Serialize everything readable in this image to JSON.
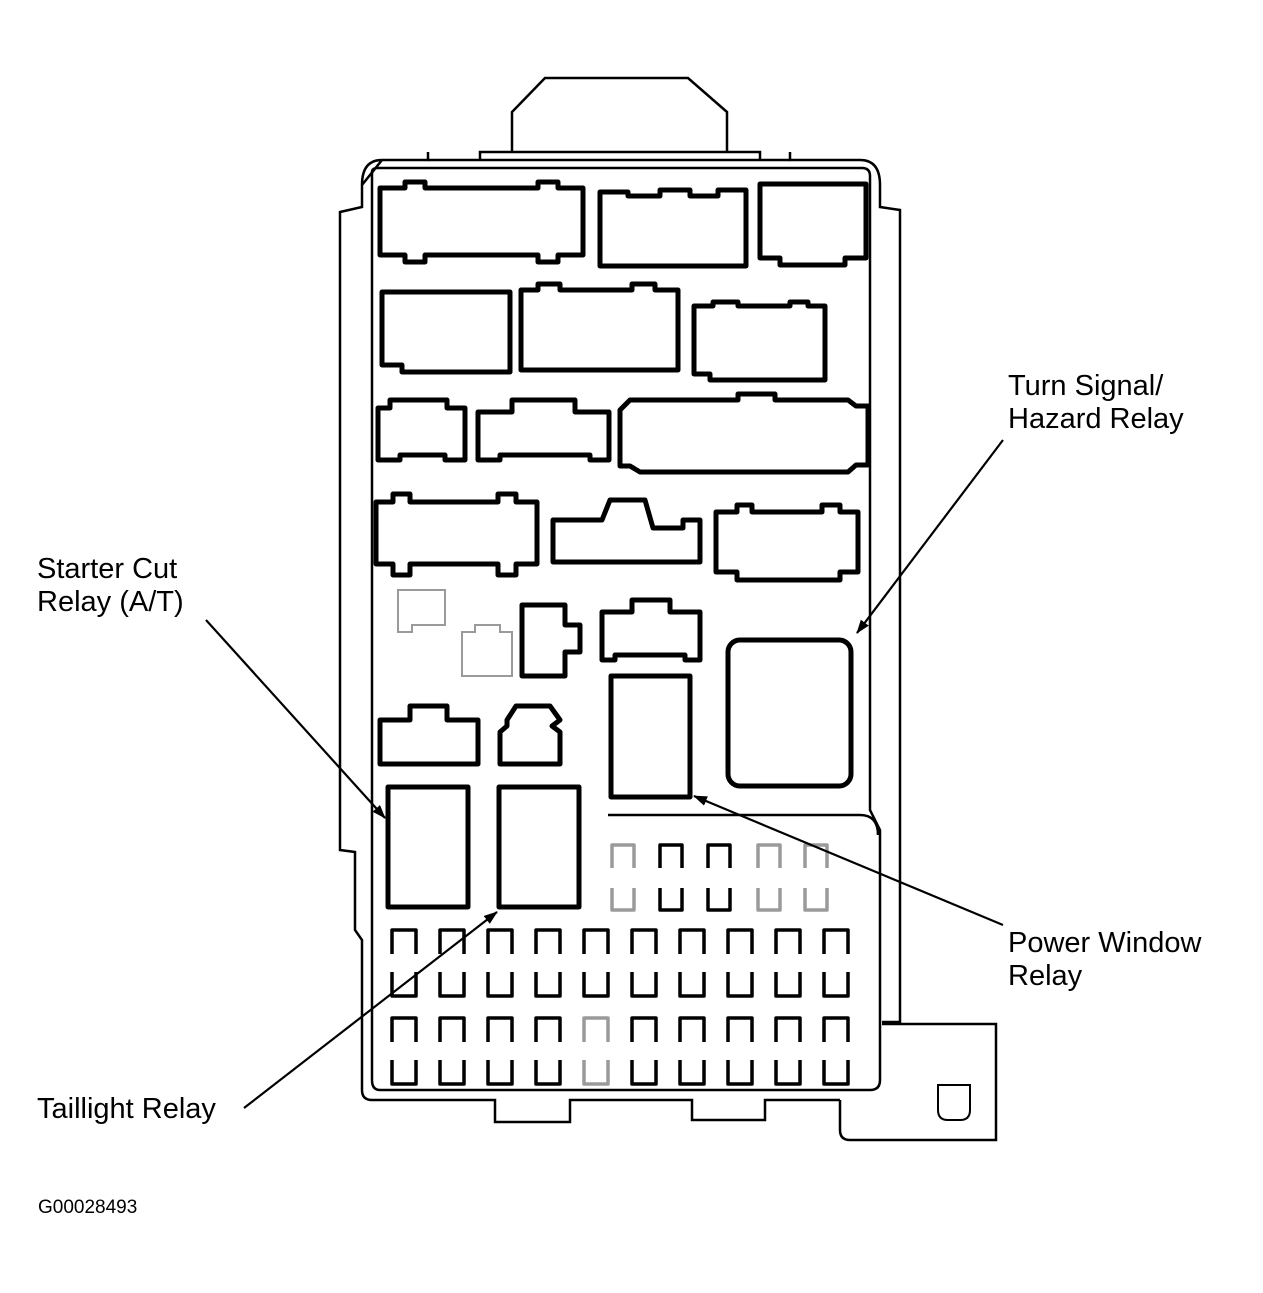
{
  "labels": {
    "turn_signal": [
      "Turn Signal/",
      "Hazard Relay"
    ],
    "starter_cut": [
      "Starter Cut",
      "Relay (A/T)"
    ],
    "power_window": [
      "Power Window",
      "Relay"
    ],
    "taillight": [
      "Taillight Relay"
    ]
  },
  "figure_id": "G00028493",
  "colors": {
    "line": "#000000",
    "faint": "#9a9a9a",
    "background": "#ffffff"
  }
}
